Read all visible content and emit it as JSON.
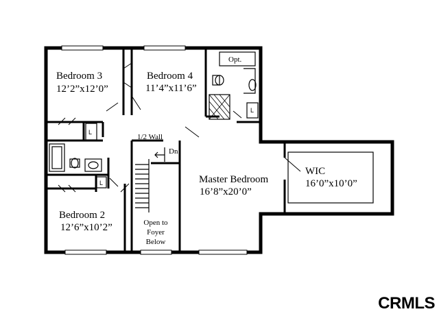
{
  "rooms": {
    "bedroom3": {
      "name": "Bedroom 3",
      "dims": "12’2”x12’0”"
    },
    "bedroom4": {
      "name": "Bedroom 4",
      "dims": "11’4”x11’6”"
    },
    "master": {
      "name": "Master Bedroom",
      "dims": "16’8”x20’0”"
    },
    "wic": {
      "name": "WIC",
      "dims": "16’0”x10’0”"
    },
    "bedroom2": {
      "name": "Bedroom 2",
      "dims": "12’6”x10’2”"
    }
  },
  "labels": {
    "opt": "Opt.",
    "half_wall": "1/2 Wall",
    "down": "Dn",
    "linen": "L",
    "open_line1": "Open to",
    "open_line2": "Foyer",
    "open_line3": "Below"
  },
  "watermark": "CRMLS"
}
